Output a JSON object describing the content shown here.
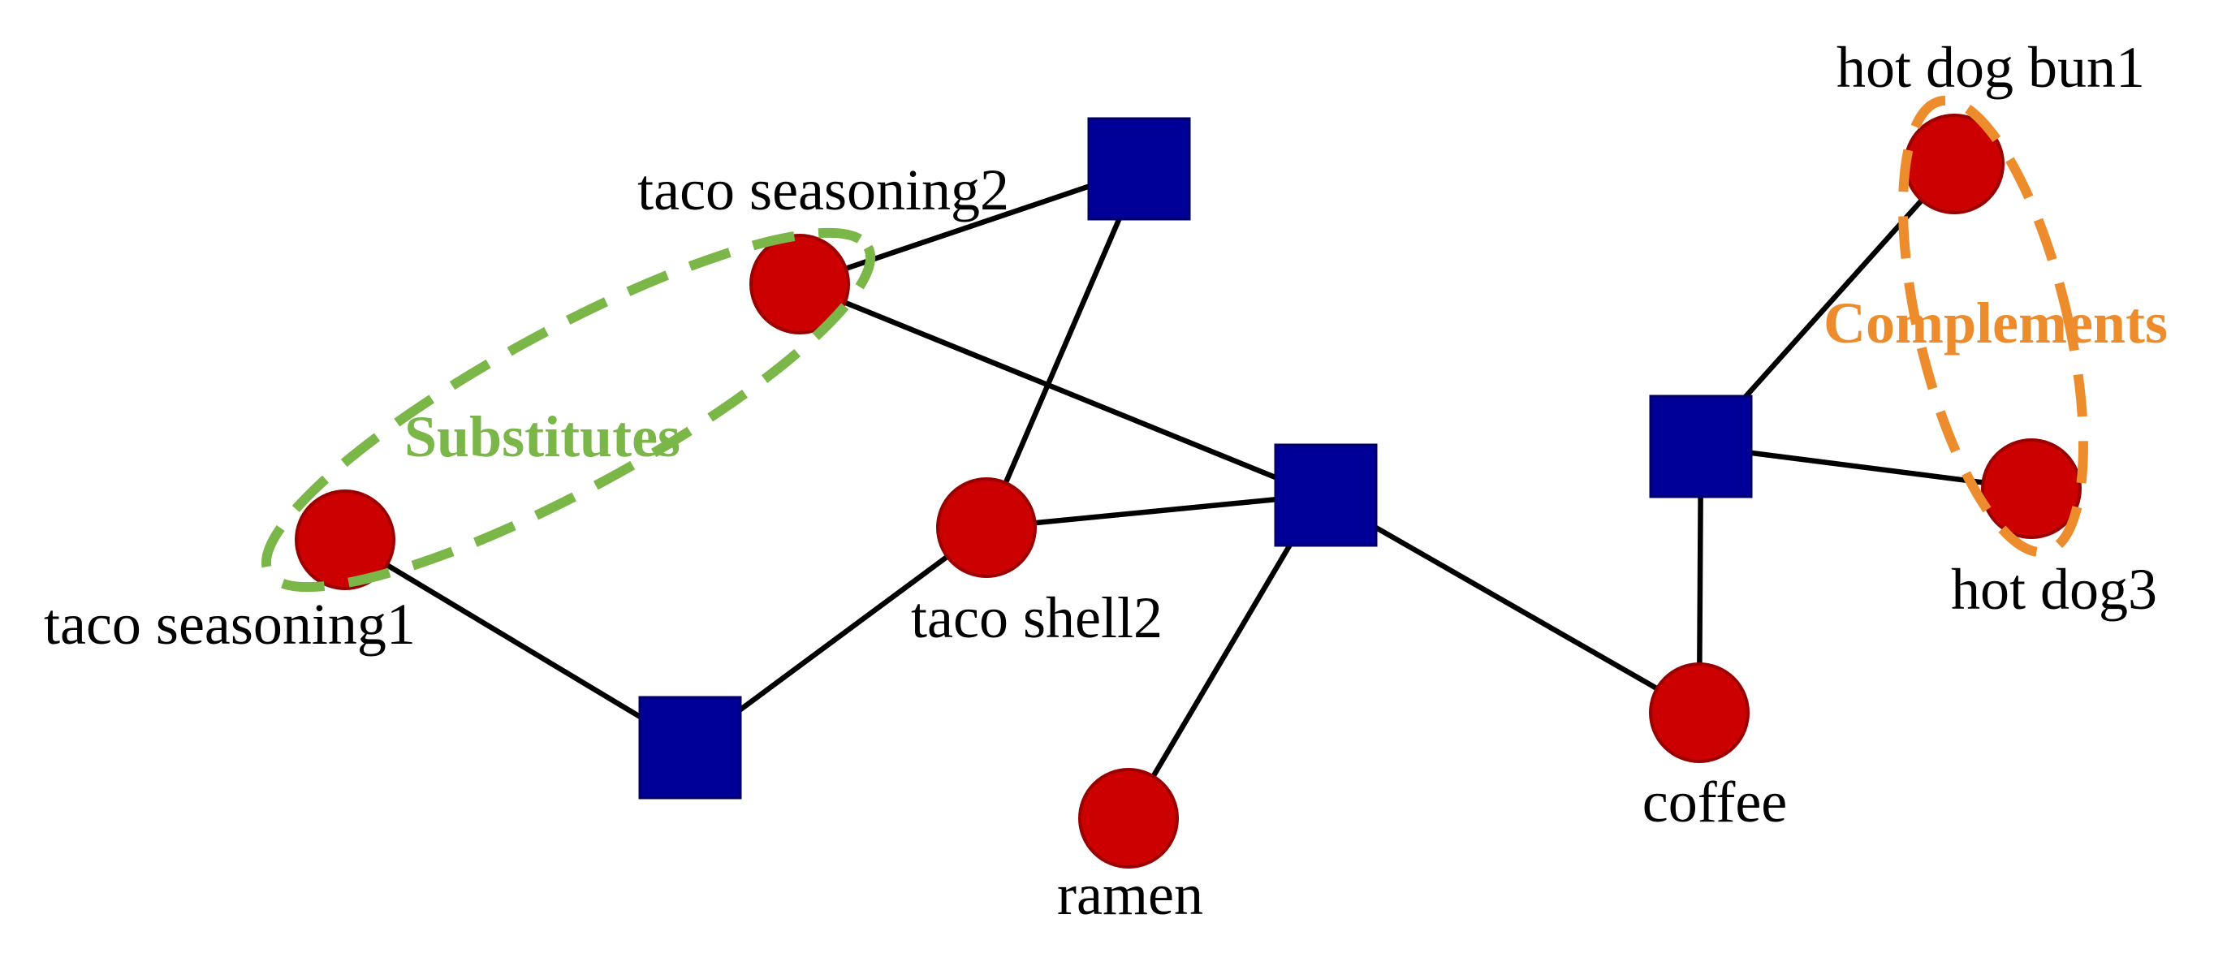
{
  "colors": {
    "item_node": "#cc0000",
    "basket_node": "#000099",
    "edge": "#000000",
    "substitutes": "#7ab648",
    "complements": "#ec8c2c"
  },
  "nodes": {
    "taco_seasoning1": {
      "label": "taco seasoning1"
    },
    "taco_seasoning2": {
      "label": "taco seasoning2"
    },
    "taco_shell2": {
      "label": "taco shell2"
    },
    "ramen": {
      "label": "ramen"
    },
    "coffee": {
      "label": "coffee"
    },
    "hot_dog_bun1": {
      "label": "hot dog bun1"
    },
    "hot_dog3": {
      "label": "hot dog3"
    }
  },
  "groups": {
    "substitutes": {
      "label": "Substitutes"
    },
    "complements": {
      "label": "Complements"
    }
  }
}
